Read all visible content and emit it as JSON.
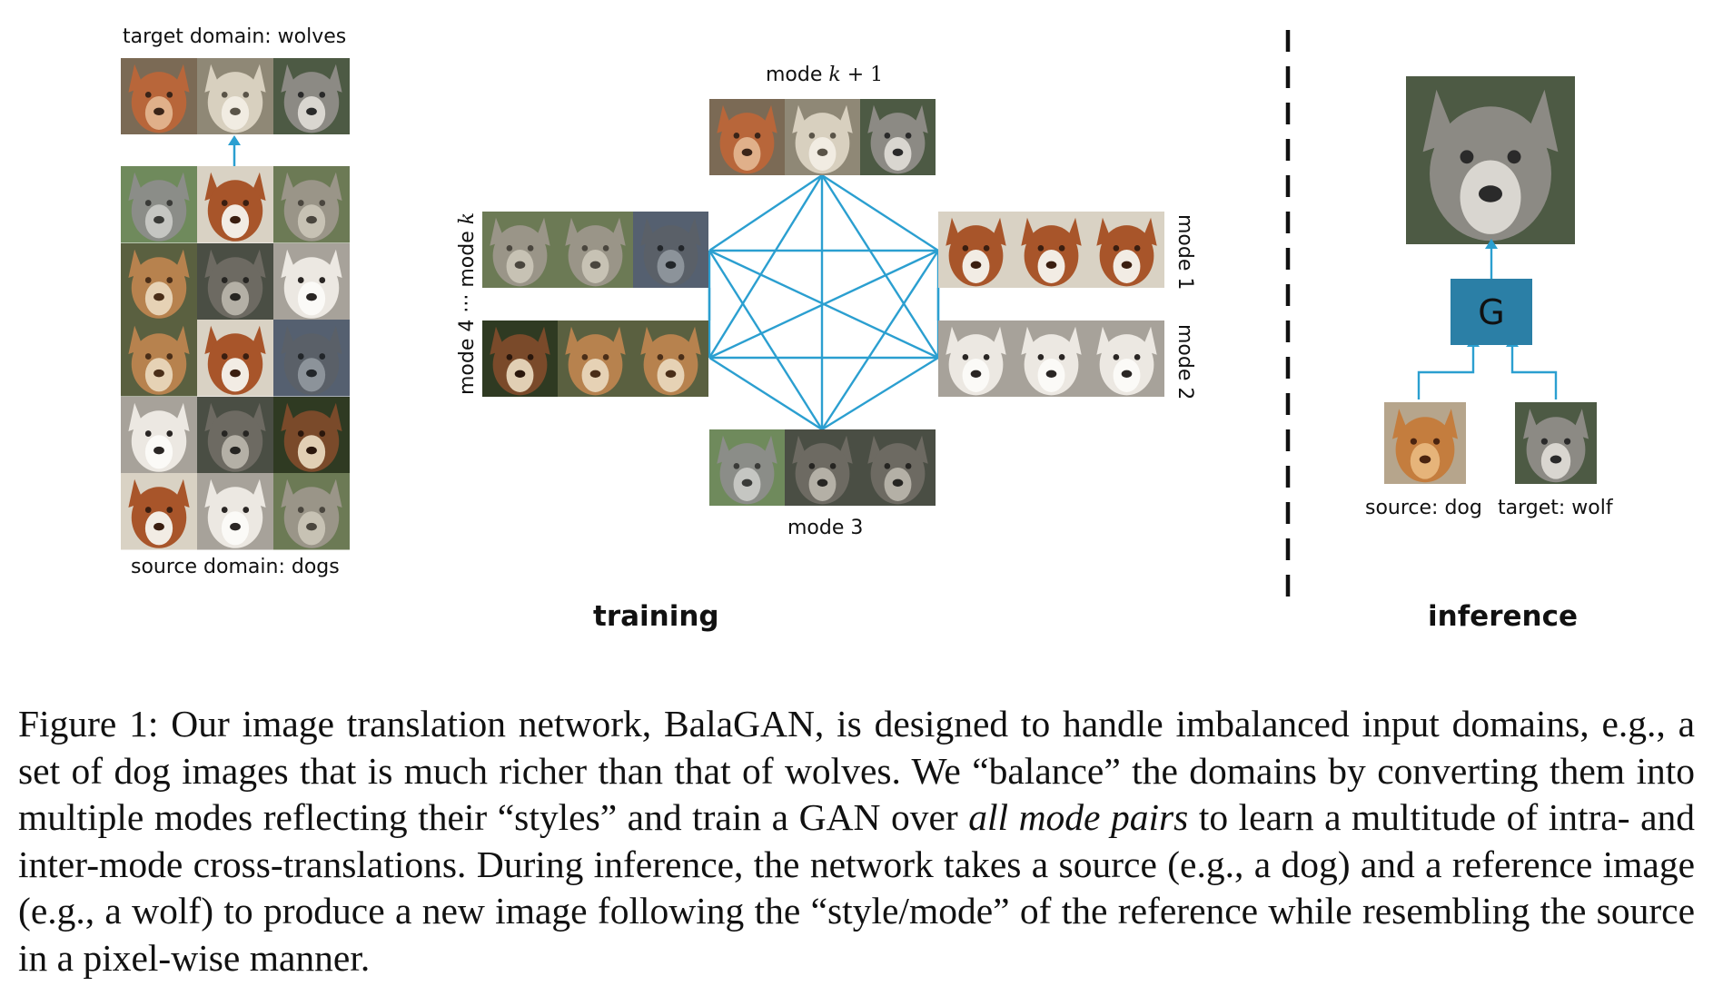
{
  "figure": {
    "left": {
      "target_label": "target domain: wolves",
      "source_label": "source domain: dogs"
    },
    "center": {
      "mode_top_prefix": "mode ",
      "mode_top_var": "k",
      "mode_top_suffix": " + 1",
      "mode_left_vertical_prefix": "mode 4 ··· mode ",
      "mode_left_vertical_var": "k",
      "mode_right_top": "mode 1",
      "mode_right_bottom": "mode 2",
      "mode_bottom": "mode 3",
      "section_label": "training"
    },
    "right": {
      "generator_label": "G",
      "source_label": "source: dog",
      "target_label": "target: wolf",
      "section_label": "inference"
    },
    "colors": {
      "accent": "#2b9fd0",
      "generator_box": "#2b7fa6"
    }
  },
  "caption": {
    "part1": "Figure 1: Our image translation network, BalaGAN, is designed to handle imbalanced input domains, e.g., a set of dog images that is much richer than that of wolves. We “balance” the domains by converting them into multiple modes reflecting their “styles” and train a GAN over ",
    "emph": "all mode pairs",
    "part2": " to learn a multitude of intra- and inter-mode cross-translations. During inference, the network takes a source (e.g., a dog) and a reference image (e.g., a wolf) to produce a new image following the “style/mode” of the reference while resembling the source in a pixel-wise manner."
  }
}
